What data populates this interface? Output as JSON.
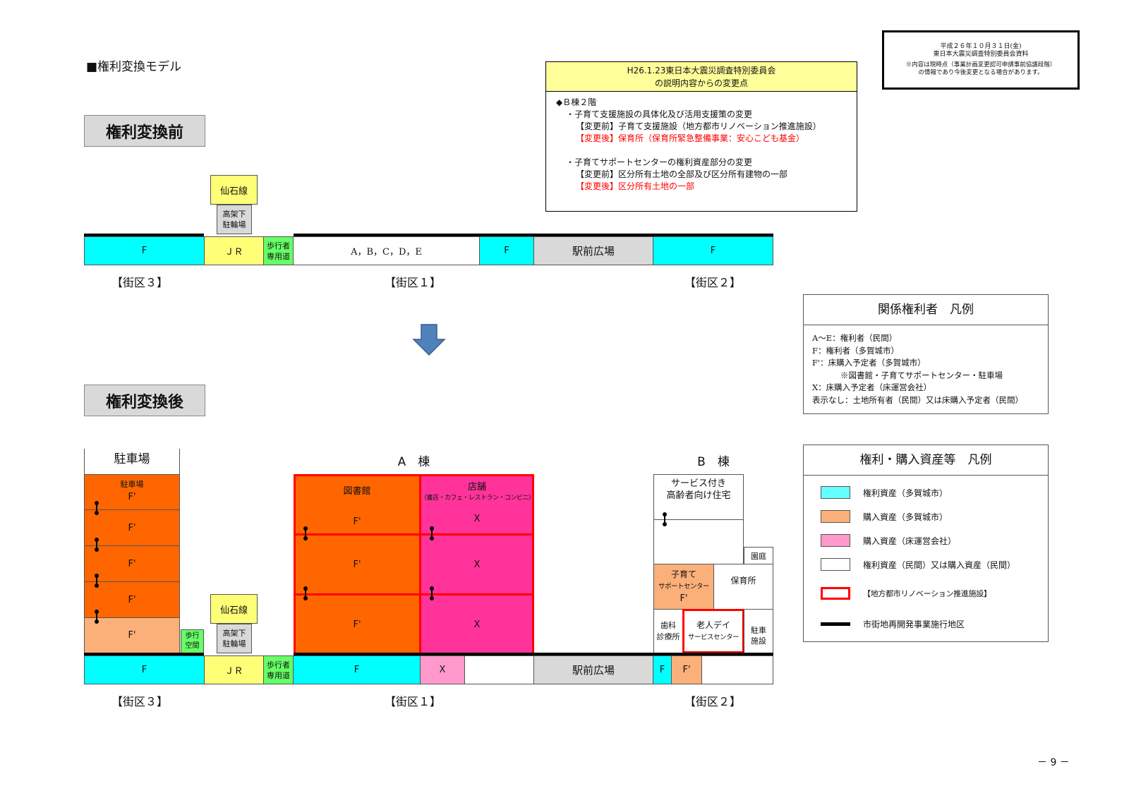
{
  "title": "■権利変換モデル",
  "before_heading": "権利変換前",
  "after_heading": "権利変換後",
  "stamp": {
    "line1": "平成２６年１０月３１日(金)",
    "line2": "東日本大震災調査特別委員会資料",
    "line3": "※内容は現時点（事業計画変更認可申請事前協議段階）",
    "line4": "の情報であり今後変更となる場合があります。"
  },
  "changes": {
    "header1": "H26.1.23東日本大震災調査特別委員会",
    "header2": "の説明内容からの変更点",
    "section": "◆Ｂ棟２階",
    "item1": "・子育て支援施設の具体化及び活用支援策の変更",
    "item1_before": "【変更前】子育て支援施設（地方都市リノベーション推進施設）",
    "item1_after": "【変更後】保育所（保育所緊急整備事業：安心こども基金）",
    "item2": "・子育てサポートセンターの権利資産部分の変更",
    "item2_before": "【変更前】区分所有土地の全部及び区分所有建物の一部",
    "item2_after": "【変更後】区分所有土地の一部"
  },
  "before": {
    "senseki": "仙石線",
    "koukashita": [
      "高架下",
      "駐輪場"
    ],
    "row": {
      "f1": "F",
      "jr": "ＪＲ",
      "hokosha": [
        "歩行者",
        "専用道"
      ],
      "abcde": "A，B，C，D，E",
      "f2": "F",
      "ekimae": "駅前広場",
      "f3": "F"
    },
    "blocks": [
      "【街区３】",
      "【街区１】",
      "【街区２】"
    ]
  },
  "after": {
    "parking_title": "駐車場",
    "a_title": "A　棟",
    "b_title": "B　棟",
    "parking_floors": {
      "top_label": "駐車場",
      "fp": "F'"
    },
    "hoko_kukan": [
      "歩行",
      "空間"
    ],
    "senseki": "仙石線",
    "koukashita": [
      "高架下",
      "駐輪場"
    ],
    "library": "図書館",
    "shop": "店舗",
    "shop_sub": "（書店・カフェ・レストラン・コンビニ）",
    "fp": "F'",
    "x": "X",
    "b_top": [
      "サービス付き",
      "高齢者向け住宅"
    ],
    "garden": "園庭",
    "kosodate": [
      "子育て",
      "サポートセンター"
    ],
    "hoikusho": "保育所",
    "shika": [
      "歯科",
      "診療所"
    ],
    "rojin": [
      "老人デイ",
      "サービスセンター"
    ],
    "chusha": [
      "駐車",
      "施設"
    ],
    "row": {
      "f1": "F",
      "jr": "ＪＲ",
      "hokosha": [
        "歩行者",
        "専用道"
      ],
      "f2": "F",
      "x": "X",
      "ekimae": "駅前広場",
      "f3": "F",
      "fp": "F'"
    },
    "blocks": [
      "【街区３】",
      "【街区１】",
      "【街区２】"
    ]
  },
  "legend1": {
    "title": "関係権利者　凡例",
    "lines": [
      "A～E：権利者（民間）",
      "F：権利者（多賀城市）",
      "F'：床購入予定者（多賀城市）",
      "※図書館・子育てサポートセンター・駐車場",
      "X：床購入予定者（床運営会社）",
      "表示なし：土地所有者（民間）又は床購入予定者（民間）"
    ]
  },
  "legend2": {
    "title": "権利・購入資産等　凡例",
    "items": [
      {
        "label": "権利資産（多賀城市）",
        "color": "#66ffff"
      },
      {
        "label": "購入資産（多賀城市）",
        "color": "#fbb07a"
      },
      {
        "label": "購入資産（床運営会社）",
        "color": "#ff99cc"
      },
      {
        "label": "権利資産（民間）又は購入資産（民間）",
        "color": "#ffffff"
      },
      {
        "label": "【地方都市リノベーション推進施設】",
        "color": "red-outline"
      },
      {
        "label": "市街地再開発事業施行地区",
        "color": "black-line"
      }
    ]
  },
  "page_number": "－ 9 －"
}
